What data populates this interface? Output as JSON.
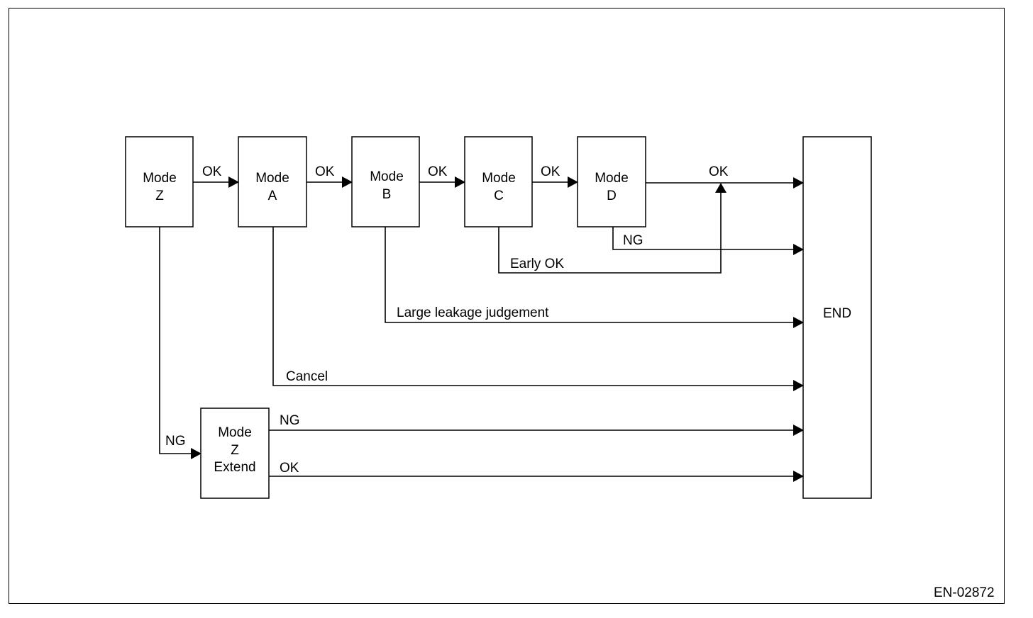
{
  "nodes": {
    "mode_z": {
      "line1": "Mode",
      "line2": "Z"
    },
    "mode_a": {
      "line1": "Mode",
      "line2": "A"
    },
    "mode_b": {
      "line1": "Mode",
      "line2": "B"
    },
    "mode_c": {
      "line1": "Mode",
      "line2": "C"
    },
    "mode_d": {
      "line1": "Mode",
      "line2": "D"
    },
    "mode_z_extend": {
      "line1": "Mode",
      "line2": "Z",
      "line3": "Extend"
    },
    "end": {
      "label": "END"
    }
  },
  "edges": {
    "z_to_a": "OK",
    "a_to_b": "OK",
    "b_to_c": "OK",
    "c_to_d": "OK",
    "d_to_end": "OK",
    "d_ng": "NG",
    "c_early_ok": "Early OK",
    "b_large_leak": "Large leakage judgement",
    "a_cancel": "Cancel",
    "z_ng": "NG",
    "ext_ng": "NG",
    "ext_ok": "OK"
  },
  "figure_id": "EN-02872"
}
